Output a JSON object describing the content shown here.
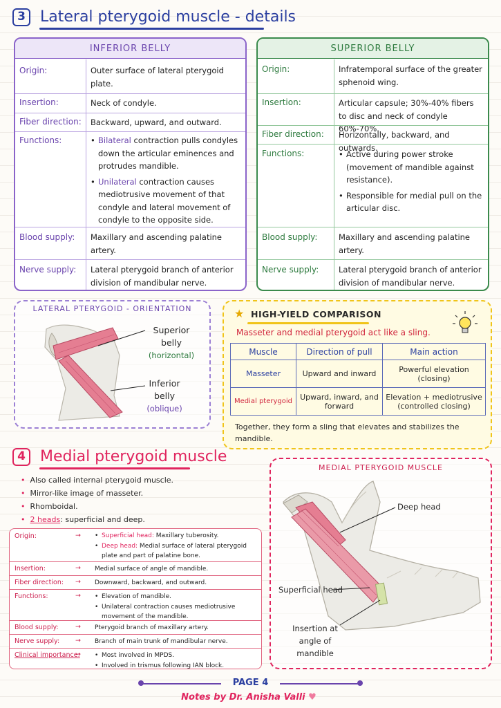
{
  "section3": {
    "number": "3",
    "title": "Lateral pterygoid muscle - details"
  },
  "inferior": {
    "heading": "INFERIOR BELLY",
    "origin_label": "Origin:",
    "origin": "Outer surface of lateral pterygoid plate.",
    "insertion_label": "Insertion:",
    "insertion": "Neck of condyle.",
    "fiber_label": "Fiber direction:",
    "fiber": "Backward, upward, and outward.",
    "functions_label": "Functions:",
    "func1_kw": "Bilateral",
    "func1_rest": " contraction pulls condyles down the articular eminences and protrudes mandible.",
    "func2_kw": "Unilateral",
    "func2_rest": " contraction causes mediotrusive movement of that condyle and lateral movement of condyle to the opposite side.",
    "blood_label": "Blood supply:",
    "blood": "Maxillary and ascending palatine artery.",
    "nerve_label": "Nerve supply:",
    "nerve": "Lateral pterygoid branch of anterior division of mandibular nerve."
  },
  "superior": {
    "heading": "SUPERIOR BELLY",
    "origin_label": "Origin:",
    "origin": "Infratemporal surface of the greater sphenoid wing.",
    "insertion_label": "Insertion:",
    "insertion": "Articular capsule; 30%-40% fibers to disc and neck of condyle 60%-70%.",
    "fiber_label": "Fiber direction:",
    "fiber": "Horizontally, backward, and outwards.",
    "functions_label": "Functions:",
    "func1": "Active during power stroke (movement of mandible against resistance).",
    "func2": "Responsible for medial pull on the articular disc.",
    "blood_label": "Blood supply:",
    "blood": "Maxillary and ascending palatine artery.",
    "nerve_label": "Nerve supply:",
    "nerve": "Lateral pterygoid branch of anterior division of mandibular nerve."
  },
  "orientation": {
    "title": "LATERAL PTERYGOID - ORIENTATION",
    "superior_label": "Superior belly",
    "superior_note": "(horizontal)",
    "inferior_label": "Inferior belly",
    "inferior_note": "(oblique)"
  },
  "comparison": {
    "title": "HIGH-YIELD COMPARISON",
    "subtitle": "Masseter and medial pterygoid act like a sling.",
    "headers": [
      "Muscle",
      "Direction of pull",
      "Main action"
    ],
    "rows": [
      {
        "muscle": "Masseter",
        "direction": "Upward and inward",
        "action": "Powerful elevation (closing)"
      },
      {
        "muscle": "Medial pterygoid",
        "direction": "Upward, inward, and forward",
        "action": "Elevation + mediotrusive (controlled closing)"
      }
    ],
    "footer": "Together, they form a sling that elevates and stabilizes the mandible."
  },
  "section4": {
    "number": "4",
    "title": "Medial pterygoid muscle",
    "bullets": [
      "Also called internal pterygoid muscle.",
      "Mirror-like image of masseter.",
      "Rhomboidal."
    ],
    "heads_kw": "2 heads",
    "heads_rest": ": superficial and deep."
  },
  "medial": {
    "origin_label": "Origin:",
    "origin_sup_kw": "Superficial head:",
    "origin_sup": " Maxillary tuberosity.",
    "origin_deep_kw": "Deep head:",
    "origin_deep": " Medial surface of lateral pterygoid plate and part of palatine bone.",
    "insertion_label": "Insertion:",
    "insertion": "Medial surface of angle of mandible.",
    "fiber_label": "Fiber direction:",
    "fiber": "Downward, backward, and outward.",
    "functions_label": "Functions:",
    "func1": "Elevation of mandible.",
    "func2": "Unilateral contraction causes mediotrusive movement of the mandible.",
    "blood_label": "Blood supply:",
    "blood": "Pterygoid branch of maxillary artery.",
    "nerve_label": "Nerve supply:",
    "nerve": "Branch of main trunk of mandibular nerve.",
    "clinical_label": "Clinical importance:",
    "clinical1": "Most involved in MPDS.",
    "clinical2": "Involved in trismus following IAN block.",
    "arrow": "→"
  },
  "medial_figure": {
    "title": "MEDIAL PTERYGOID MUSCLE",
    "deep_label": "Deep head",
    "superficial_label": "Superficial head",
    "insertion_label": "Insertion at angle of mandible"
  },
  "footer": {
    "page": "PAGE 4",
    "notes": "Notes by Dr. Anisha Valli"
  },
  "colors": {
    "blue": "#2b3fa0",
    "purple": "#8a63c9",
    "green": "#3a8a4c",
    "pink": "#e0245e",
    "yellow": "#f0c419"
  }
}
